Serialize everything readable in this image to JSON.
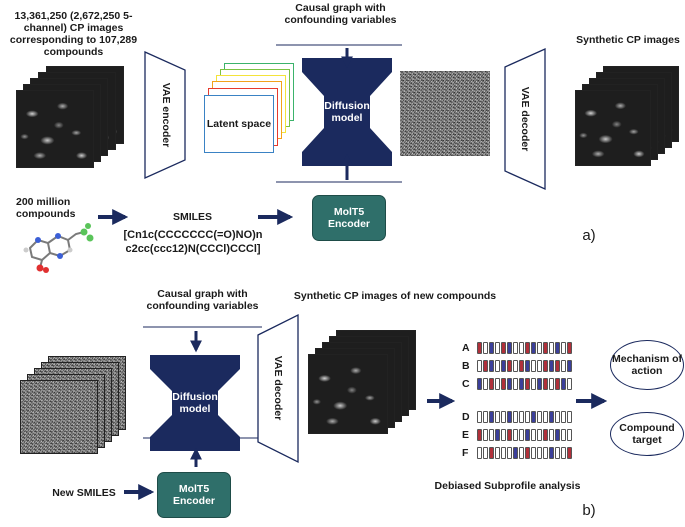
{
  "panel_a": {
    "input_images_label": "13,361,250 (2,672,250 5-channel) CP images corresponding to 107,289 compounds",
    "vae_encoder_label": "VAE encoder",
    "latent_space_label": "Latent space",
    "causal_graph_label": "Causal graph with confounding variables",
    "diffusion_model_label": "Diffusion model",
    "vae_decoder_label": "VAE decoder",
    "synthetic_images_label": "Synthetic CP images",
    "compounds_label": "200 million compounds",
    "smiles_title": "SMILES",
    "smiles_line1": "[Cn1c(CCCCCCC(=O)NO)n",
    "smiles_line2": "c2cc(ccc12)N(CCCl)CCCl]",
    "encoder_label": "MolT5 Encoder",
    "panel_letter": "a)"
  },
  "panel_b": {
    "causal_graph_label": "Causal graph with confounding variables",
    "diffusion_model_label": "Diffusion model",
    "vae_decoder_label": "VAE decoder",
    "synthetic_images_label": "Synthetic CP images of new compounds",
    "new_smiles_label": "New SMILES",
    "encoder_label": "MolT5 Encoder",
    "row_labels": [
      "A",
      "B",
      "C",
      "D",
      "E",
      "F"
    ],
    "subprofile_label": "Debiased Subprofile analysis",
    "moa_label": "Mechanism of action",
    "target_label": "Compound target",
    "panel_letter": "b)"
  },
  "colors": {
    "navy": "#1b2a5e",
    "teal": "#2f6f6a",
    "bar_red": "#b0303a",
    "bar_blue": "#3b3f9a",
    "bar_white": "#ffffff",
    "latent_colors": [
      "#3a82c4",
      "#e63b2e",
      "#f2a21b",
      "#f4e33a",
      "#7cc142",
      "#3bb36b"
    ]
  }
}
